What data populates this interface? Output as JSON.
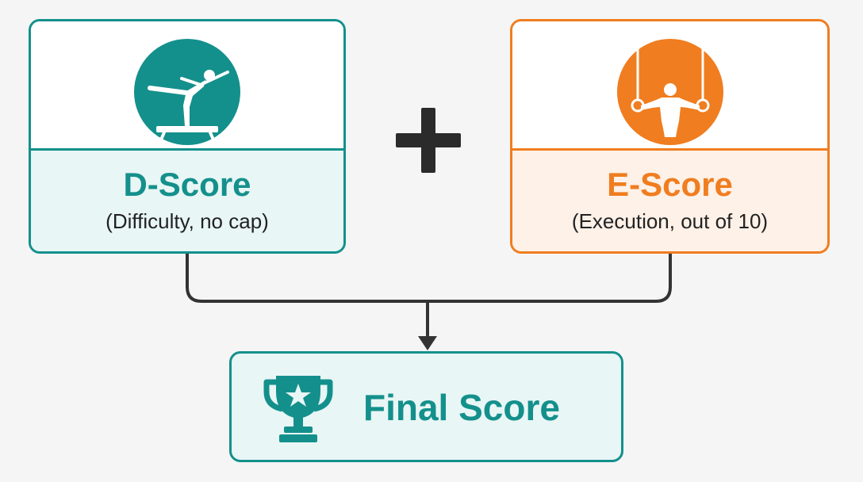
{
  "colors": {
    "teal": "#14908c",
    "teal_light": "#e8f6f5",
    "orange": "#f07d1f",
    "orange_light": "#fdf1e8",
    "operator": "#2b2b2b",
    "connector": "#333333"
  },
  "d_score": {
    "icon": "balance-beam-gymnast-icon",
    "title": "D-Score",
    "subtitle": "(Difficulty, no cap)"
  },
  "operator": {
    "icon": "plus-icon"
  },
  "e_score": {
    "icon": "rings-gymnast-icon",
    "title": "E-Score",
    "subtitle": "(Execution, out of 10)"
  },
  "final_score": {
    "icon": "trophy-icon",
    "label": "Final Score"
  }
}
